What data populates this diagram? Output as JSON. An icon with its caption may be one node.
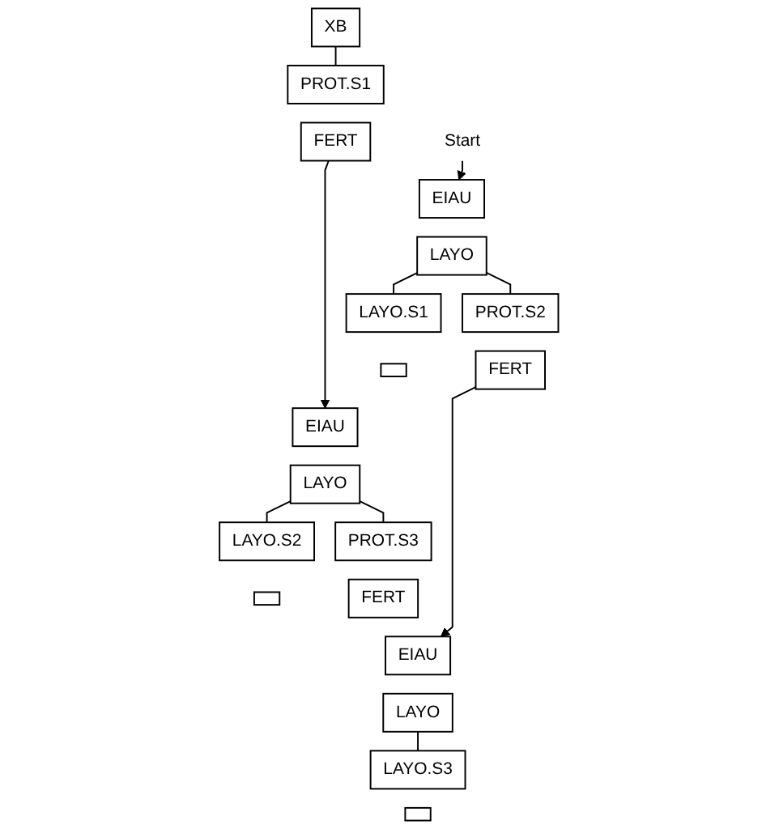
{
  "diagram": {
    "nodes": [
      {
        "text": [
          "XB"
        ]
      },
      {
        "text": [
          "PROT.S1"
        ]
      },
      {
        "text": [
          "FERT"
        ]
      },
      {
        "text": [
          "Start"
        ]
      },
      {
        "text": [
          "EIAU"
        ]
      },
      {
        "text": [
          "LAYO"
        ]
      },
      {
        "text": [
          "LAYO.S1"
        ]
      },
      {
        "text": [],
        "shape": "box"
      },
      {
        "text": [
          "PROT.S2"
        ]
      },
      {
        "text": [
          "FERT"
        ]
      },
      {
        "text": [
          "EIAU"
        ]
      },
      {
        "text": [
          "LAYO"
        ]
      },
      {
        "text": [
          "LAYO.S2"
        ]
      },
      {
        "text": [],
        "shape": "box"
      },
      {
        "text": [
          "PROT.S3"
        ]
      },
      {
        "text": [
          "FERT"
        ]
      },
      {
        "text": [
          "EIAU"
        ]
      },
      {
        "text": [
          "LAYO"
        ]
      },
      {
        "text": [
          "LAYO.S3"
        ]
      },
      {
        "text": [],
        "shape": "box"
      }
    ],
    "edges": [
      {
        "from": 0,
        "to": 1,
        "arrow": "none"
      },
      {
        "from": 3,
        "to": 4,
        "arrow": "to"
      },
      {
        "from": 2,
        "to": 10,
        "arrow": "to"
      },
      {
        "from": 5,
        "to": 6,
        "arrow": "none"
      },
      {
        "from": 5,
        "to": 8,
        "arrow": "none"
      },
      {
        "from": 9,
        "to": 16,
        "arrow": "to"
      },
      {
        "from": 11,
        "to": 12,
        "arrow": "none"
      },
      {
        "from": 11,
        "to": 14,
        "arrow": "none"
      },
      {
        "from": 17,
        "to": 18,
        "arrow": "none"
      }
    ]
  }
}
